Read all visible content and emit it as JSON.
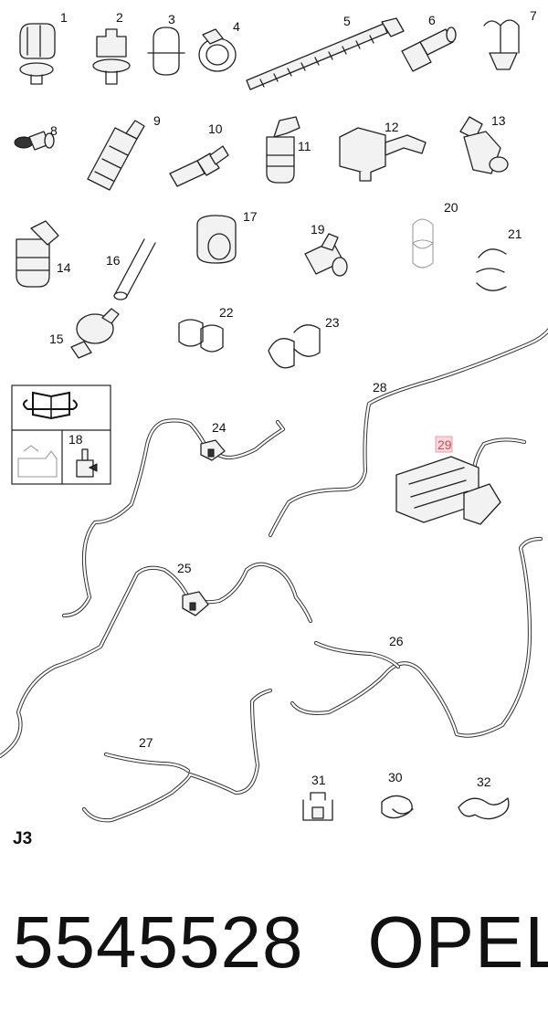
{
  "diagram": {
    "callouts": {
      "p1": "1",
      "p2": "2",
      "p3": "3",
      "p4": "4",
      "p5": "5",
      "p6": "6",
      "p7": "7",
      "p8": "8",
      "p9": "9",
      "p10": "10",
      "p11": "11",
      "p12": "12",
      "p13": "13",
      "p14": "14",
      "p15": "15",
      "p16": "16",
      "p17": "17",
      "p18": "18",
      "p19": "19",
      "p20": "20",
      "p21": "21",
      "p22": "22",
      "p23": "23",
      "p24": "24",
      "p25": "25",
      "p26": "26",
      "p27": "27",
      "p28": "28",
      "p29": "29",
      "p30": "30",
      "p31": "31",
      "p32": "32"
    },
    "highlighted_callout": "29",
    "highlight_color": "#e8a0a8",
    "section_code": "J3"
  },
  "footer": {
    "part_number": "5545528",
    "brand": "OPEL"
  }
}
